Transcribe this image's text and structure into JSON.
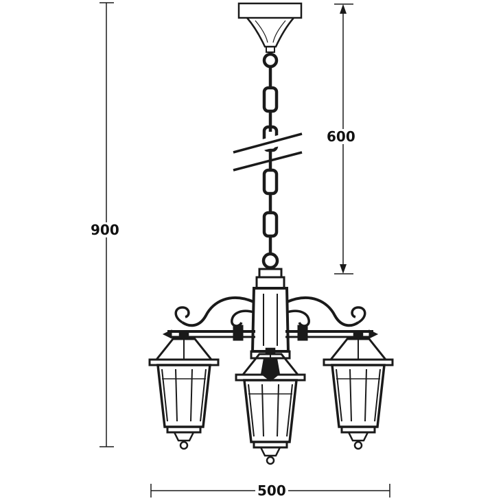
{
  "dimensions": {
    "total_height": "900",
    "chain_length": "600",
    "width": "500"
  },
  "colors": {
    "line": "#1a1a1a",
    "background": "#ffffff"
  }
}
